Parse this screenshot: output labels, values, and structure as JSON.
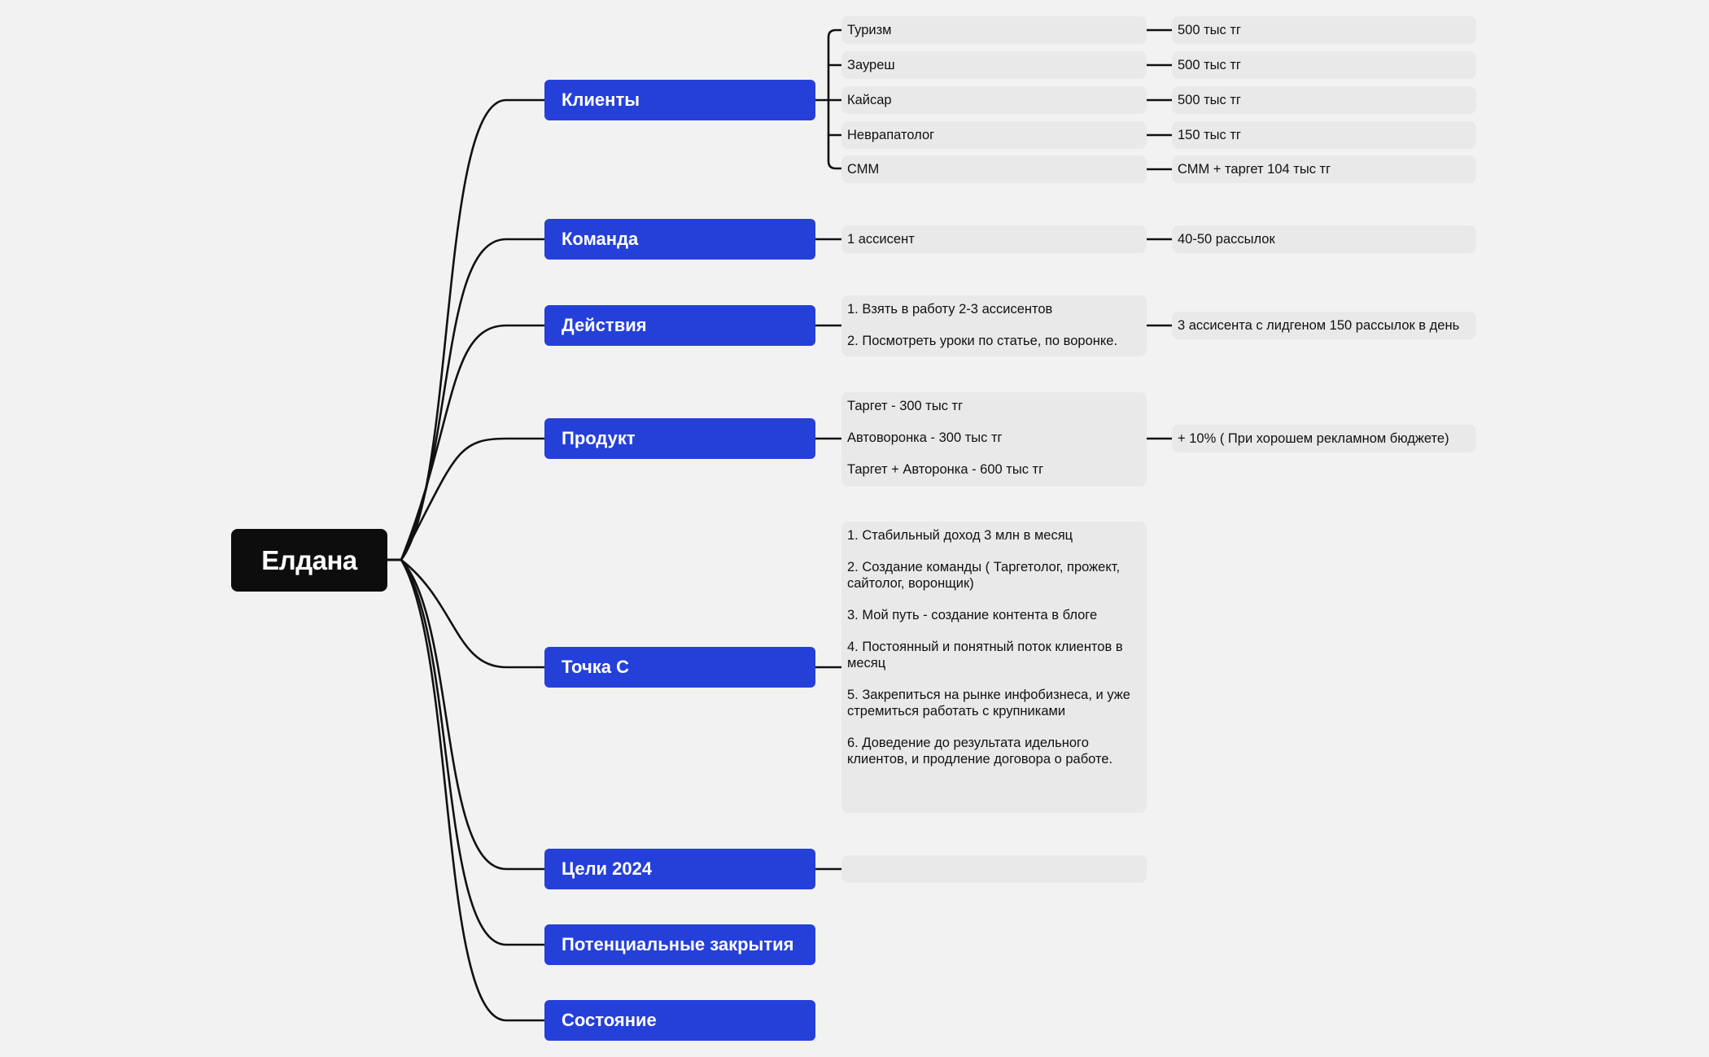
{
  "root": {
    "label": "Елдана"
  },
  "branches": [
    {
      "label": "Клиенты"
    },
    {
      "label": "Команда"
    },
    {
      "label": "Действия"
    },
    {
      "label": "Продукт"
    },
    {
      "label": "Точка С"
    },
    {
      "label": "Цели 2024"
    },
    {
      "label": "Потенциальные закрытия"
    },
    {
      "label": "Состояние"
    }
  ],
  "clients": [
    {
      "name": "Туризм",
      "value": "500 тыс тг"
    },
    {
      "name": "Зауреш",
      "value": "500 тыс тг"
    },
    {
      "name": "Кайсар",
      "value": "500 тыс тг"
    },
    {
      "name": "Неврапатолог",
      "value": "150 тыс тг"
    },
    {
      "name": "СММ",
      "value": "СММ + таргет 104 тыс тг"
    }
  ],
  "team": {
    "item": "1 ассисент",
    "value": "40-50 рассылок"
  },
  "actions": {
    "items": [
      "1. Взять в работу 2-3 ассисентов",
      "2. Посмотреть уроки по статье, по воронке."
    ],
    "value": "3 ассисента с лидгеном 150 рассылок в день"
  },
  "product": {
    "items": [
      "Таргет - 300 тыс тг",
      "Автоворонка - 300 тыс тг",
      "Таргет + Авторонка - 600 тыс тг"
    ],
    "value": "+ 10% ( При хорошем рекламном бюджете)"
  },
  "point_c": {
    "items": [
      "1. Стабильный доход 3 млн в месяц",
      "2. Создание команды ( Таргетолог, прожект, сайтолог, воронщик)",
      "3. Мой путь - создание контента в блоге",
      "4. Постоянный и понятный поток клиентов в месяц",
      "5. Закрепиться на рынке инфобизнеса, и уже стремиться работать с крупниками",
      "6. Доведение до результата идельного клиентов, и продление договора о работе."
    ]
  },
  "goals_2024": {
    "item": ""
  },
  "colors": {
    "background": "#f2f2f2",
    "root": "#0d0d0d",
    "branch": "#2540d9",
    "leaf": "#e9e9e9",
    "line": "#111111"
  }
}
